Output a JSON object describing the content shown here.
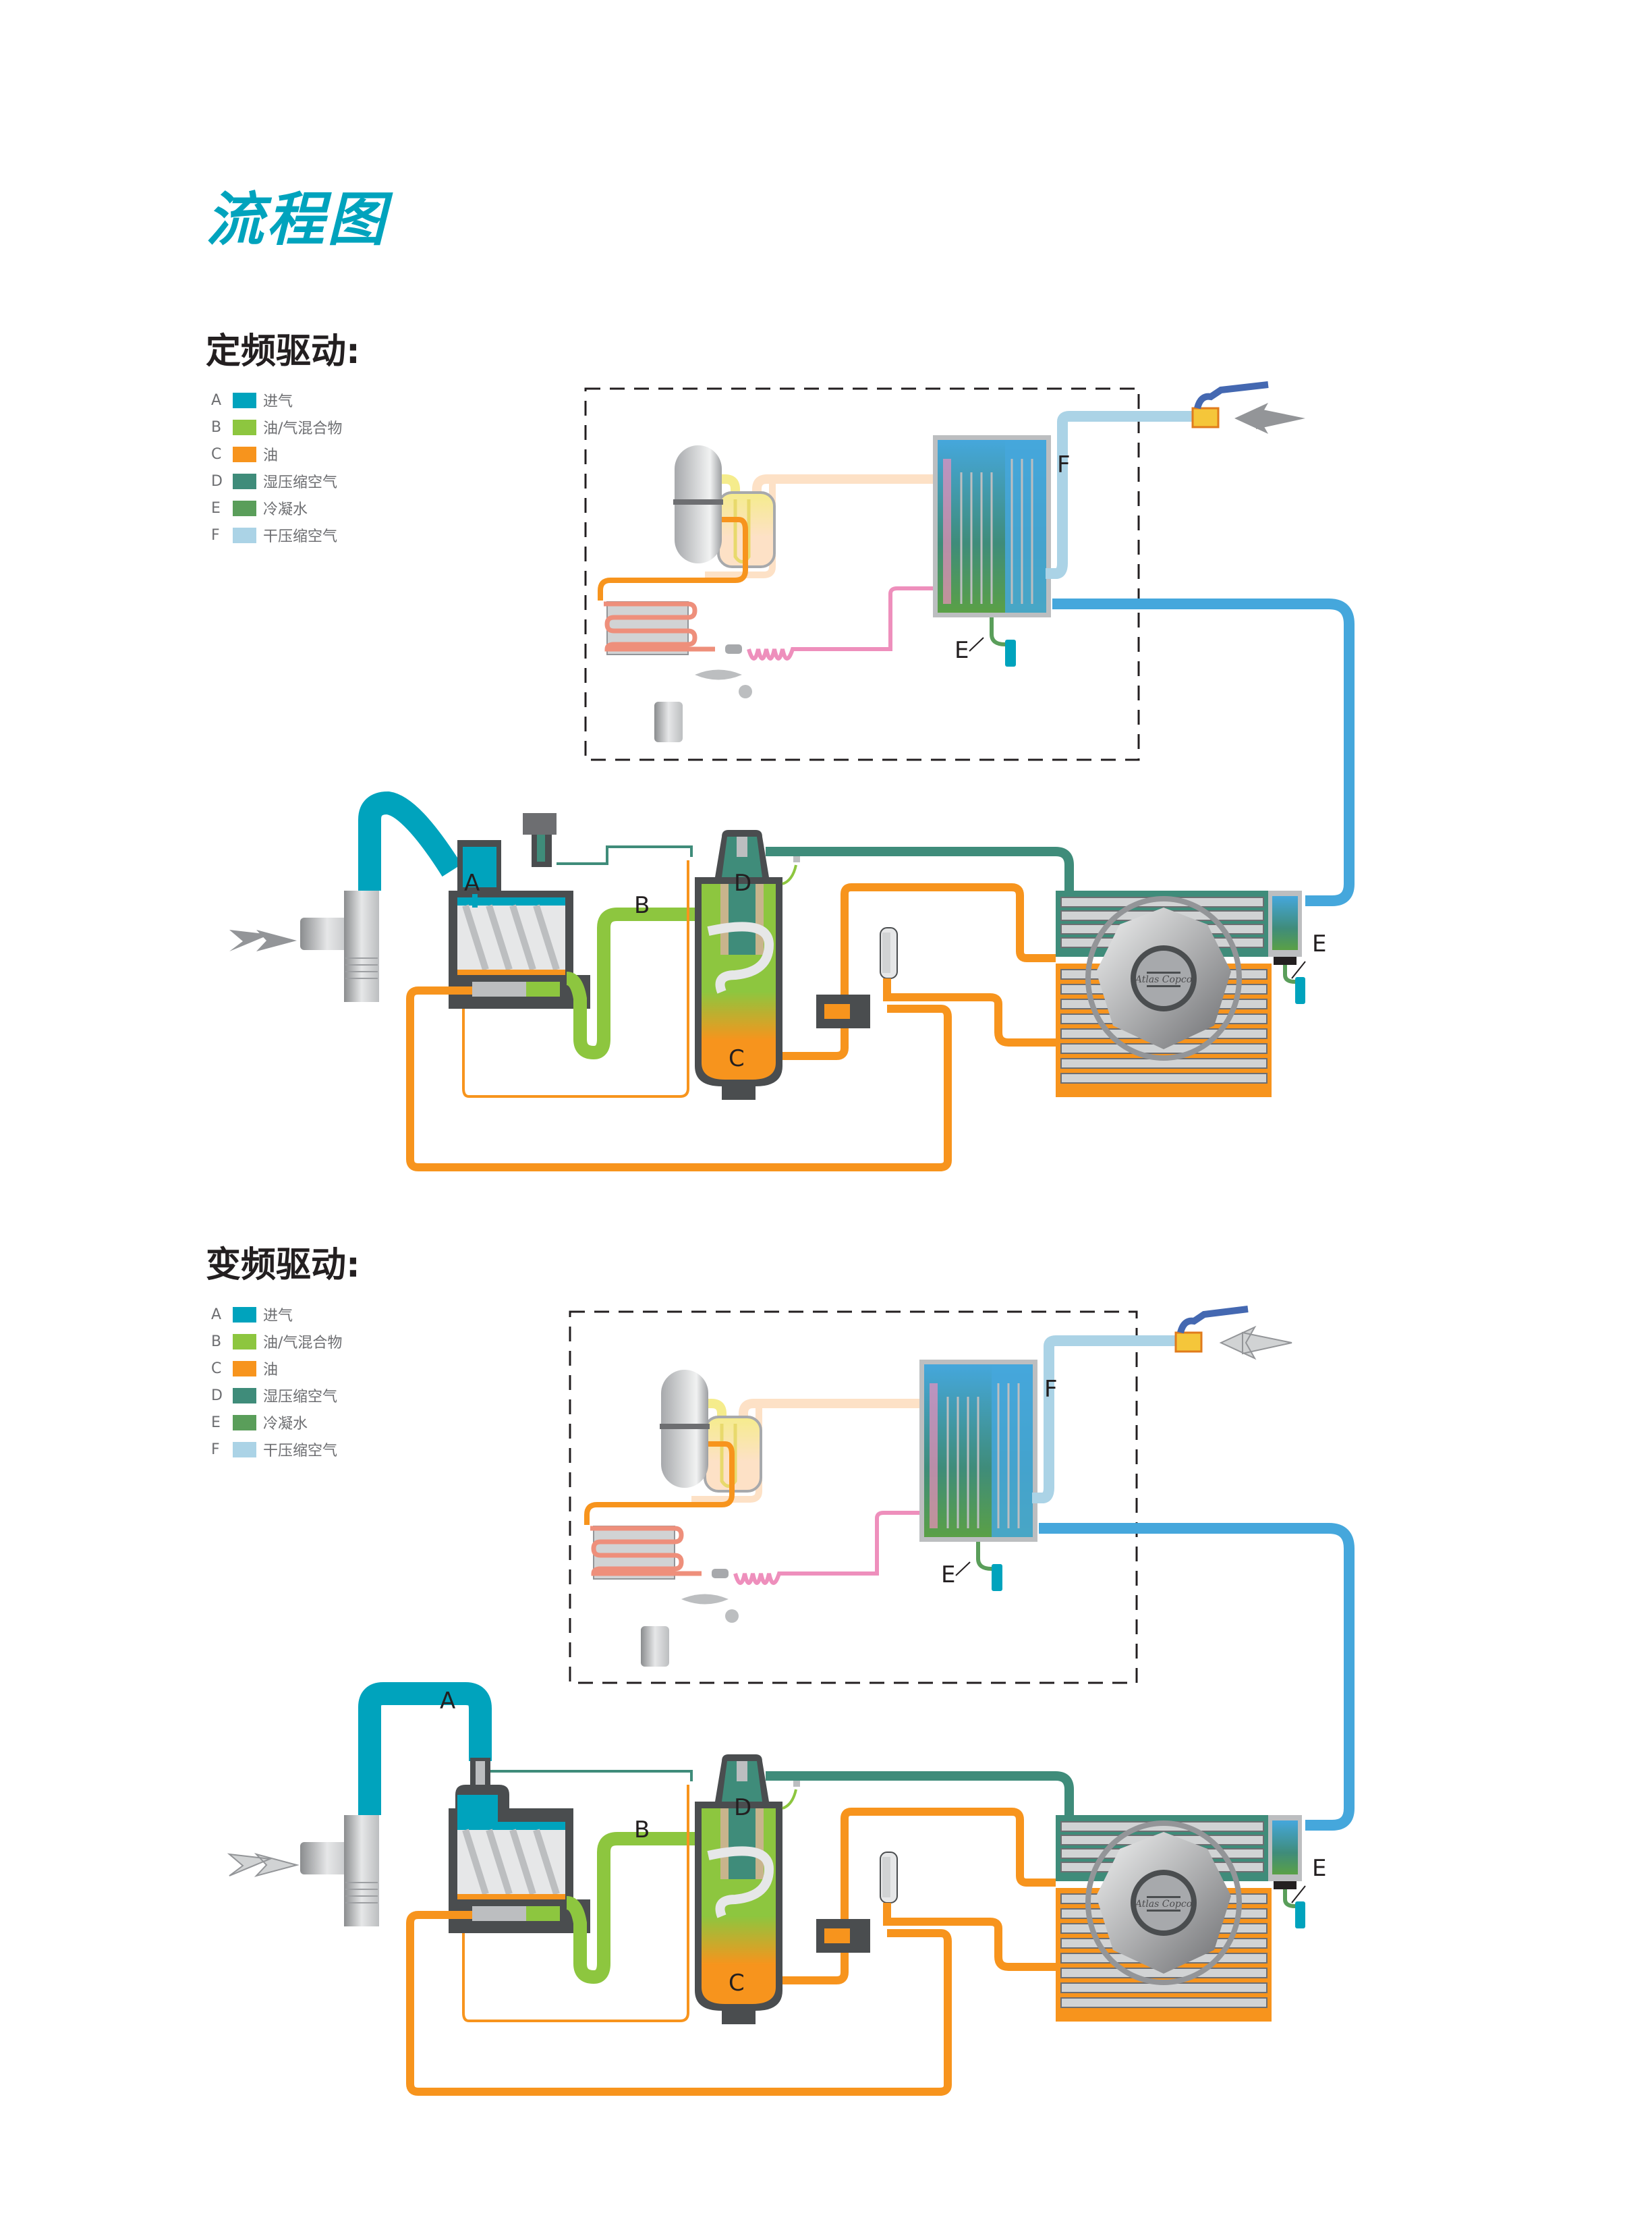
{
  "page": {
    "title": "流程图"
  },
  "colors": {
    "intake_air": "#00a3bd",
    "oil_air_mix": "#8dc63f",
    "oil": "#f7941d",
    "wet_compressed_air": "#3f8c7a",
    "condensate": "#5a9e5a",
    "dry_compressed_air": "#abd3e6",
    "cooling_air_blue": "#45a7dc",
    "casing_dark": "#4a4d4f",
    "refrigerant_yellow": "#f5ec8c",
    "refrigerant_peach": "#fde1c6",
    "refrigerant_pink": "#ee8fbc",
    "valve_handle": "#4468b1",
    "valve_body": "#f5c63a",
    "gray_arrow": "#939598"
  },
  "sections": [
    {
      "id": "fixed-speed",
      "title": "定频驱动:",
      "legend": [
        {
          "letter": "A",
          "label": "进气",
          "color_key": "intake_air"
        },
        {
          "letter": "B",
          "label": "油/气混合物",
          "color_key": "oil_air_mix"
        },
        {
          "letter": "C",
          "label": "油",
          "color_key": "oil"
        },
        {
          "letter": "D",
          "label": "湿压缩空气",
          "color_key": "wet_compressed_air"
        },
        {
          "letter": "E",
          "label": "冷凝水",
          "color_key": "condensate"
        },
        {
          "letter": "F",
          "label": "干压缩空气",
          "color_key": "dry_compressed_air"
        }
      ],
      "diagram_labels": {
        "A": "A",
        "B": "B",
        "C": "C",
        "D": "D",
        "E_dryer": "E",
        "E_cooler": "E",
        "F": "F"
      },
      "fan_logo": "Atlas Copco"
    },
    {
      "id": "variable-speed",
      "title": "变频驱动:",
      "legend": [
        {
          "letter": "A",
          "label": "进气",
          "color_key": "intake_air"
        },
        {
          "letter": "B",
          "label": "油/气混合物",
          "color_key": "oil_air_mix"
        },
        {
          "letter": "C",
          "label": "油",
          "color_key": "oil"
        },
        {
          "letter": "D",
          "label": "湿压缩空气",
          "color_key": "wet_compressed_air"
        },
        {
          "letter": "E",
          "label": "冷凝水",
          "color_key": "condensate"
        },
        {
          "letter": "F",
          "label": "干压缩空气",
          "color_key": "dry_compressed_air"
        }
      ],
      "diagram_labels": {
        "A": "A",
        "B": "B",
        "C": "C",
        "D": "D",
        "E_dryer": "E",
        "E_cooler": "E",
        "F": "F"
      },
      "fan_logo": "Atlas Copco"
    }
  ]
}
